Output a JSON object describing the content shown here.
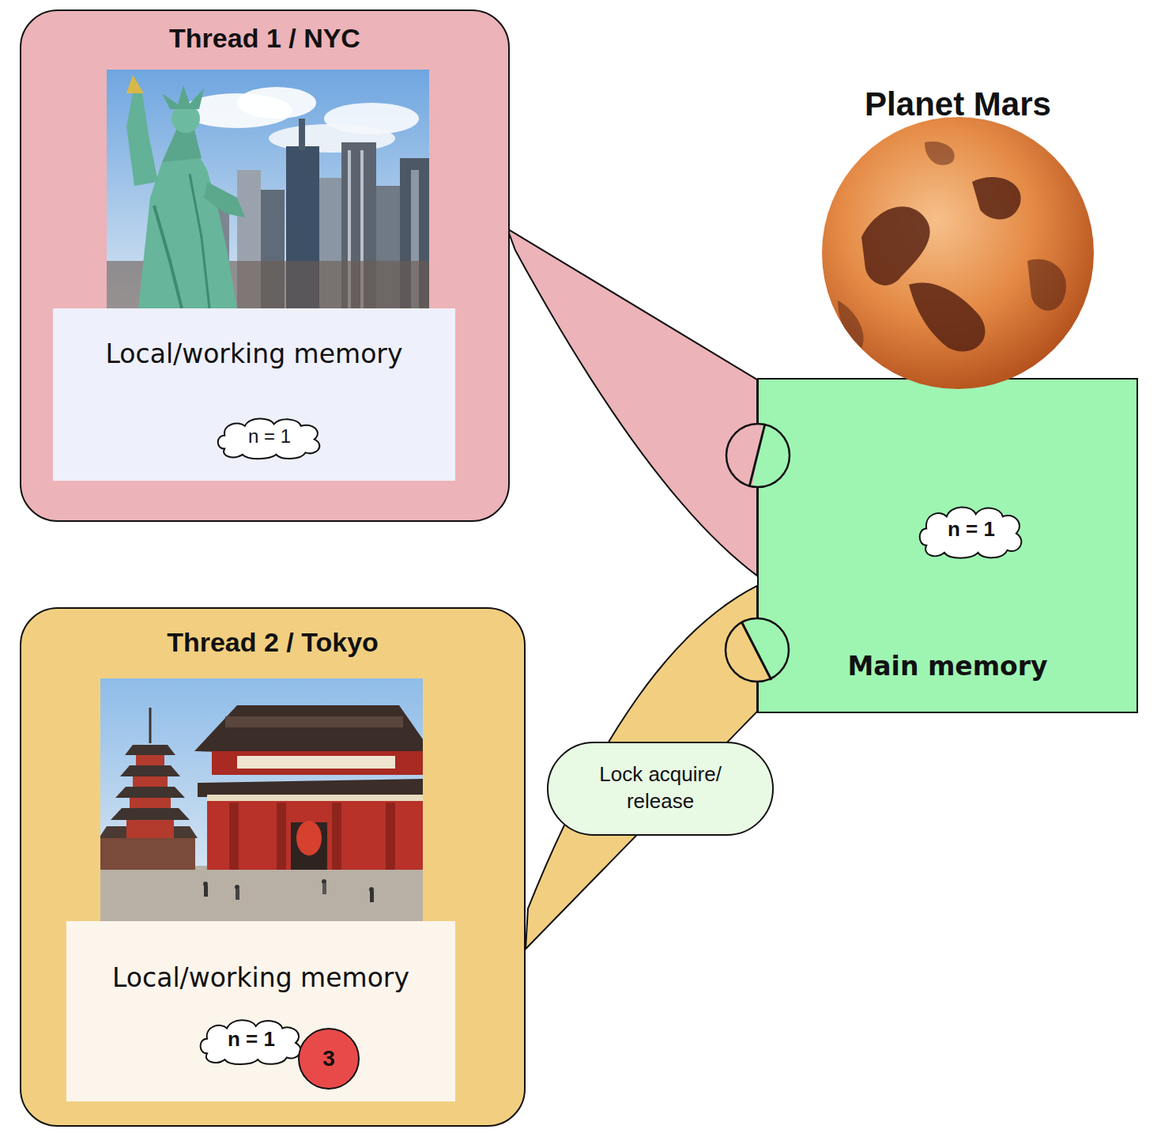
{
  "diagram": {
    "nodes": [
      {
        "text": [
          "Thread 1 / NYC"
        ]
      },
      {
        "text": [
          "Local/working memory"
        ],
        "in": 0
      },
      {
        "text": [
          "n = 1"
        ],
        "in": 1
      },
      {
        "text": [
          "Main memory"
        ]
      },
      {
        "text": [
          "n = 1"
        ],
        "in": 3
      },
      {
        "text": [
          "Thread 2 / Tokyo"
        ]
      },
      {
        "text": [
          "Local/working memory"
        ],
        "in": 5
      },
      {
        "text": [
          "n = 1"
        ],
        "in": 6
      },
      {
        "text": [
          "3"
        ],
        "in": 6
      }
    ],
    "edges": [
      {
        "from": 0,
        "to": 3,
        "arrow": "none"
      },
      {
        "from": 5,
        "to": 3,
        "label": "Lock acquire/ release",
        "arrow": "none"
      }
    ],
    "labels": [
      "Planet Mars"
    ]
  }
}
